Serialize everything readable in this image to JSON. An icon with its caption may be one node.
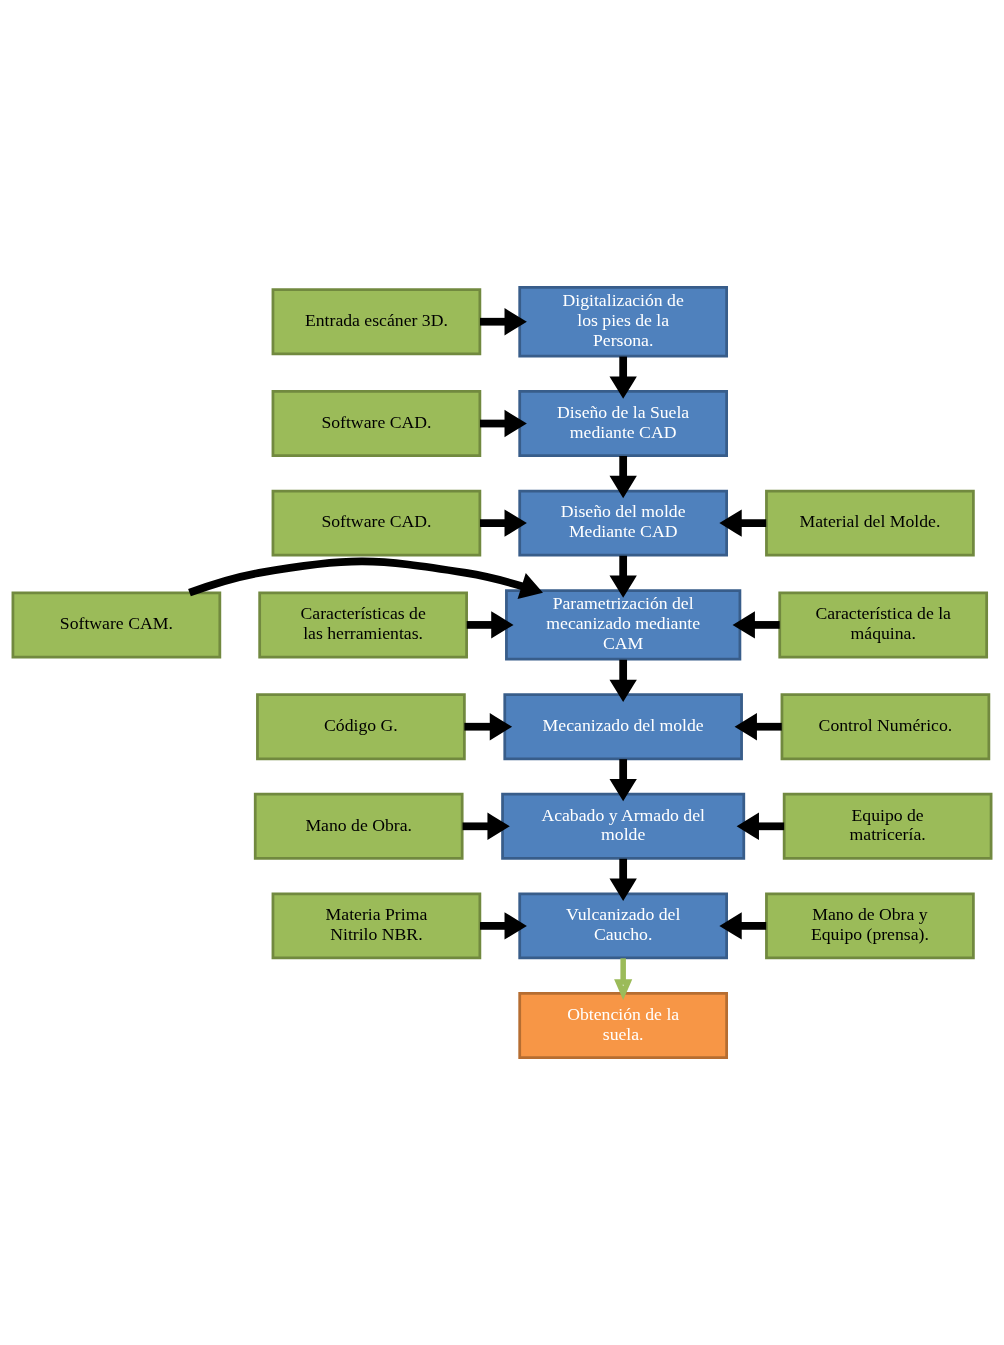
{
  "diagram": {
    "nodes": [
      {
        "text": [
          "Entrada escáner 3D."
        ]
      },
      {
        "text": [
          "Digitalización de los pies de la Persona."
        ]
      },
      {
        "text": [
          "Software CAD."
        ]
      },
      {
        "text": [
          "Diseño de la Suela mediante CAD"
        ]
      },
      {
        "text": [
          "Software CAD."
        ]
      },
      {
        "text": [
          "Diseño del molde Mediante CAD"
        ]
      },
      {
        "text": [
          "Material del Molde."
        ]
      },
      {
        "text": [
          "Software CAM."
        ]
      },
      {
        "text": [
          "Parametrización del mecanizado mediante CAM"
        ]
      },
      {
        "text": [
          "Característica de la máquina."
        ]
      },
      {
        "text": [
          "Características de las herramientas."
        ]
      },
      {
        "text": [
          "Mecanizado del molde"
        ]
      },
      {
        "text": [
          "Control Numérico."
        ]
      },
      {
        "text": [
          "Código G."
        ]
      },
      {
        "text": [
          "Mano de Obra."
        ]
      },
      {
        "text": [
          "Acabado y Armado del molde"
        ]
      },
      {
        "text": [
          "Equipo de matricería."
        ]
      },
      {
        "text": [
          "Materia Prima Nitrilo NBR."
        ]
      },
      {
        "text": [
          "Vulcanizado del Caucho."
        ]
      },
      {
        "text": [
          "Mano de Obra y Equipo (prensa)."
        ]
      },
      {
        "text": [
          "Obtención de la suela."
        ]
      }
    ],
    "edges": [
      {
        "from": 0,
        "to": 1,
        "arrow": "to"
      },
      {
        "from": 1,
        "to": 3,
        "arrow": "to"
      },
      {
        "from": 2,
        "to": 3,
        "arrow": "to"
      },
      {
        "from": 3,
        "to": 5,
        "arrow": "to"
      },
      {
        "from": 4,
        "to": 5,
        "arrow": "to"
      },
      {
        "from": 6,
        "to": 5,
        "arrow": "to"
      },
      {
        "from": 5,
        "to": 8,
        "arrow": "to"
      },
      {
        "from": 7,
        "to": 8,
        "arrow": "to"
      },
      {
        "from": 10,
        "to": 8,
        "arrow": "to"
      },
      {
        "from": 9,
        "to": 8,
        "arrow": "to"
      },
      {
        "from": 8,
        "to": 11,
        "arrow": "to"
      },
      {
        "from": 13,
        "to": 11,
        "arrow": "to"
      },
      {
        "from": 12,
        "to": 11,
        "arrow": "to"
      },
      {
        "from": 11,
        "to": 15,
        "arrow": "to"
      },
      {
        "from": 14,
        "to": 15,
        "arrow": "to"
      },
      {
        "from": 16,
        "to": 15,
        "arrow": "to"
      },
      {
        "from": 15,
        "to": 18,
        "arrow": "to"
      },
      {
        "from": 17,
        "to": 18,
        "arrow": "to"
      },
      {
        "from": 19,
        "to": 18,
        "arrow": "to"
      },
      {
        "from": 18,
        "to": 20,
        "arrow": "to",
        "color": "#9bbb59"
      }
    ]
  }
}
